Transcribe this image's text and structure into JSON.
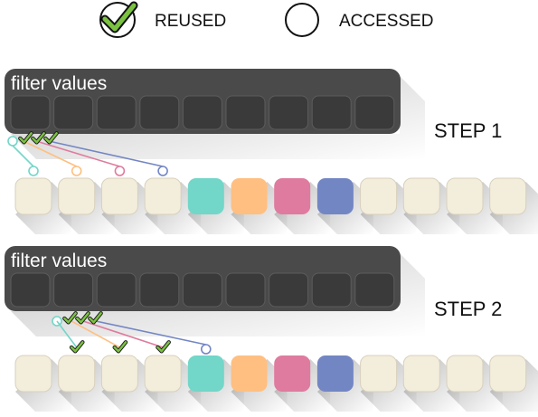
{
  "legend": {
    "reused_label": "REUSED",
    "accessed_label": "ACCESSED"
  },
  "colors": {
    "panel_bg": "#4a4a4a",
    "panel_cell": "#3a3a3a",
    "cell_cream": "#f3eddc",
    "teal": "#72d6c8",
    "orange": "#ffbf80",
    "pink": "#df7b9e",
    "blue": "#7386c4",
    "check_green": "#7cc242"
  },
  "steps": [
    {
      "label": "STEP 1",
      "panel_title": "filter values",
      "filter_cell_count": 9,
      "input_cells": [
        "cream",
        "cream",
        "cream",
        "cream",
        "teal",
        "orange",
        "pink",
        "blue",
        "cream",
        "cream",
        "cream",
        "cream"
      ],
      "accessed_targets": [
        0,
        1,
        2,
        3
      ],
      "reused_targets": [],
      "reused_filter_marks": 3
    },
    {
      "label": "STEP 2",
      "panel_title": "filter values",
      "filter_cell_count": 9,
      "input_cells": [
        "cream",
        "cream",
        "cream",
        "cream",
        "teal",
        "orange",
        "pink",
        "blue",
        "cream",
        "cream",
        "cream",
        "cream"
      ],
      "accessed_targets": [
        4
      ],
      "reused_targets": [
        1,
        2,
        3
      ],
      "reused_filter_marks": 3
    }
  ]
}
